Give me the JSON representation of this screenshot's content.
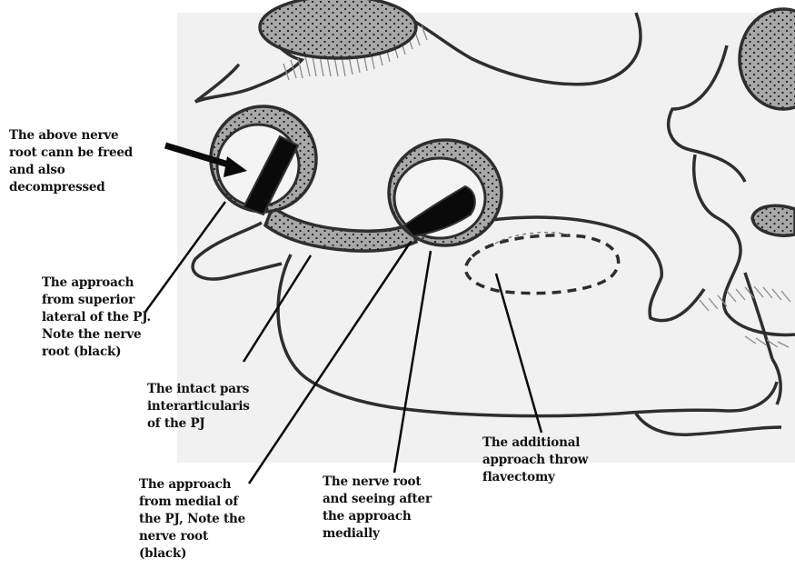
{
  "labels": {
    "above_root": "The above nerve\nroot cann be freed\nand also\ndecompressed",
    "superior_lateral": "The approach\nfrom superior\nlateral of the PJ.\nNote the nerve\nroot (black)",
    "pars": "The intact pars\ninterarticularis\nof the PJ",
    "medial": "The approach\nfrom medial of\nthe PJ, Note the\nnerve root\n(black)",
    "root_medially": "The nerve root\nand seeing after\nthe approach\nmedially",
    "flavectomy": "The additional\napproach throw\nflavectomy"
  },
  "colors": {
    "outline": "#2e2e2e",
    "stipple_fill": "#a8a8a8",
    "nerve_root": "#0a0a0a",
    "background": "#f1f1f1"
  }
}
